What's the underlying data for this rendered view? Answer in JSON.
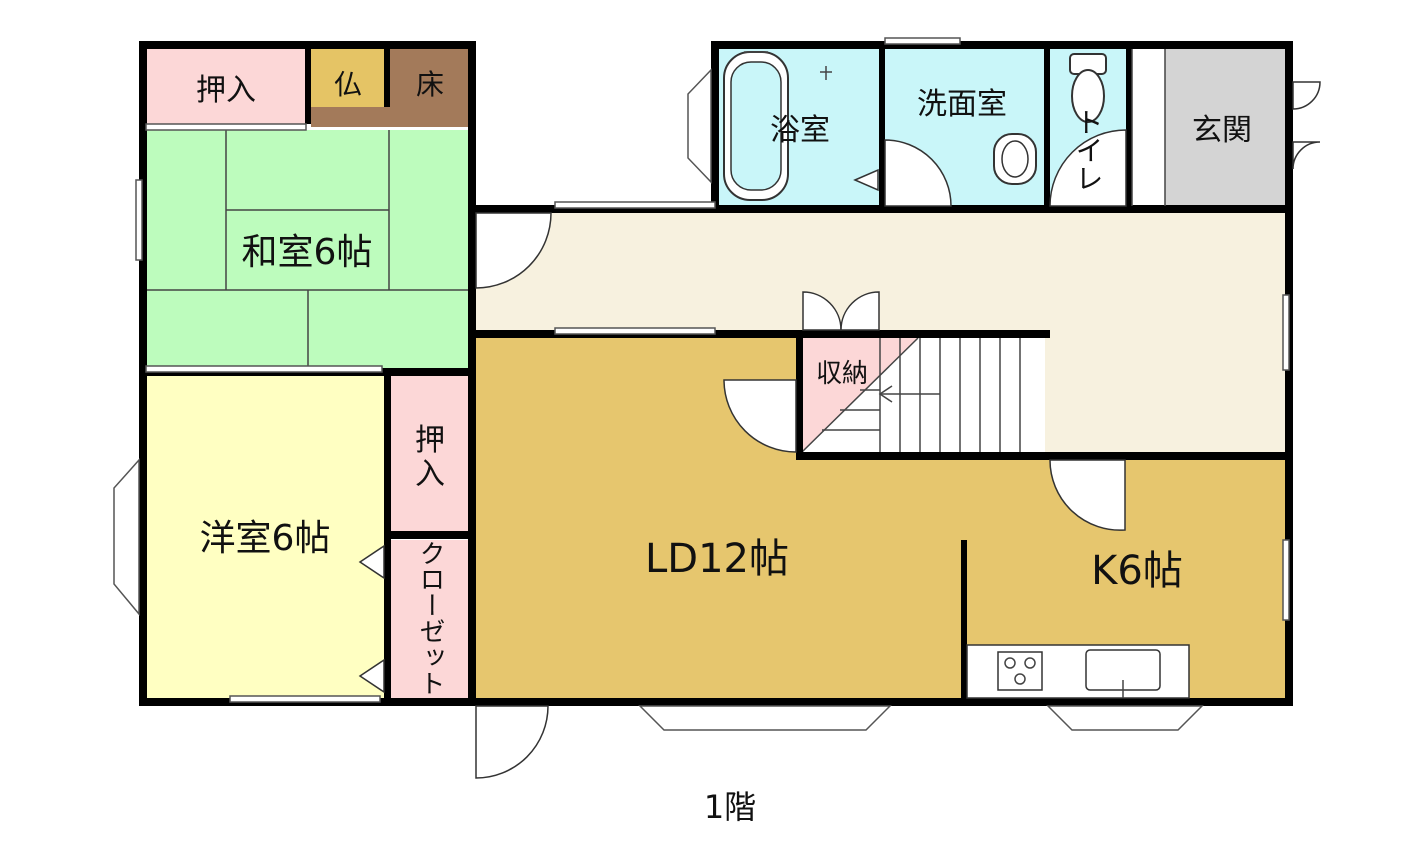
{
  "colors": {
    "washitsu": "#bdfcbd",
    "youshitsu": "#ffffc2",
    "oshiire": "#fcd7d7",
    "butsudan": "#e5c465",
    "tokonoma": "#a37a5a",
    "ld": "#e6c66e",
    "kitchen": "#e6c66e",
    "hall": "#f7f1df",
    "wet": "#c9f6f9",
    "genkan": "#d4d4d4",
    "shuno": "#fcd7d7",
    "wall": "#000000"
  },
  "rooms": {
    "oshiire_top": "押入",
    "butsudan": "仏",
    "tokonoma": "床",
    "washitsu": "和室6帖",
    "youshitsu": "洋室6帖",
    "oshiire_side_1": "押",
    "oshiire_side_2": "入",
    "closet": "クローゼット",
    "ld": "LD12帖",
    "kitchen": "K6帖",
    "shuno": "収納",
    "yokushitsu": "浴室",
    "senmenshitsu": "洗面室",
    "toilet": "トイレ",
    "genkan": "玄関"
  },
  "floor_label": "1階"
}
